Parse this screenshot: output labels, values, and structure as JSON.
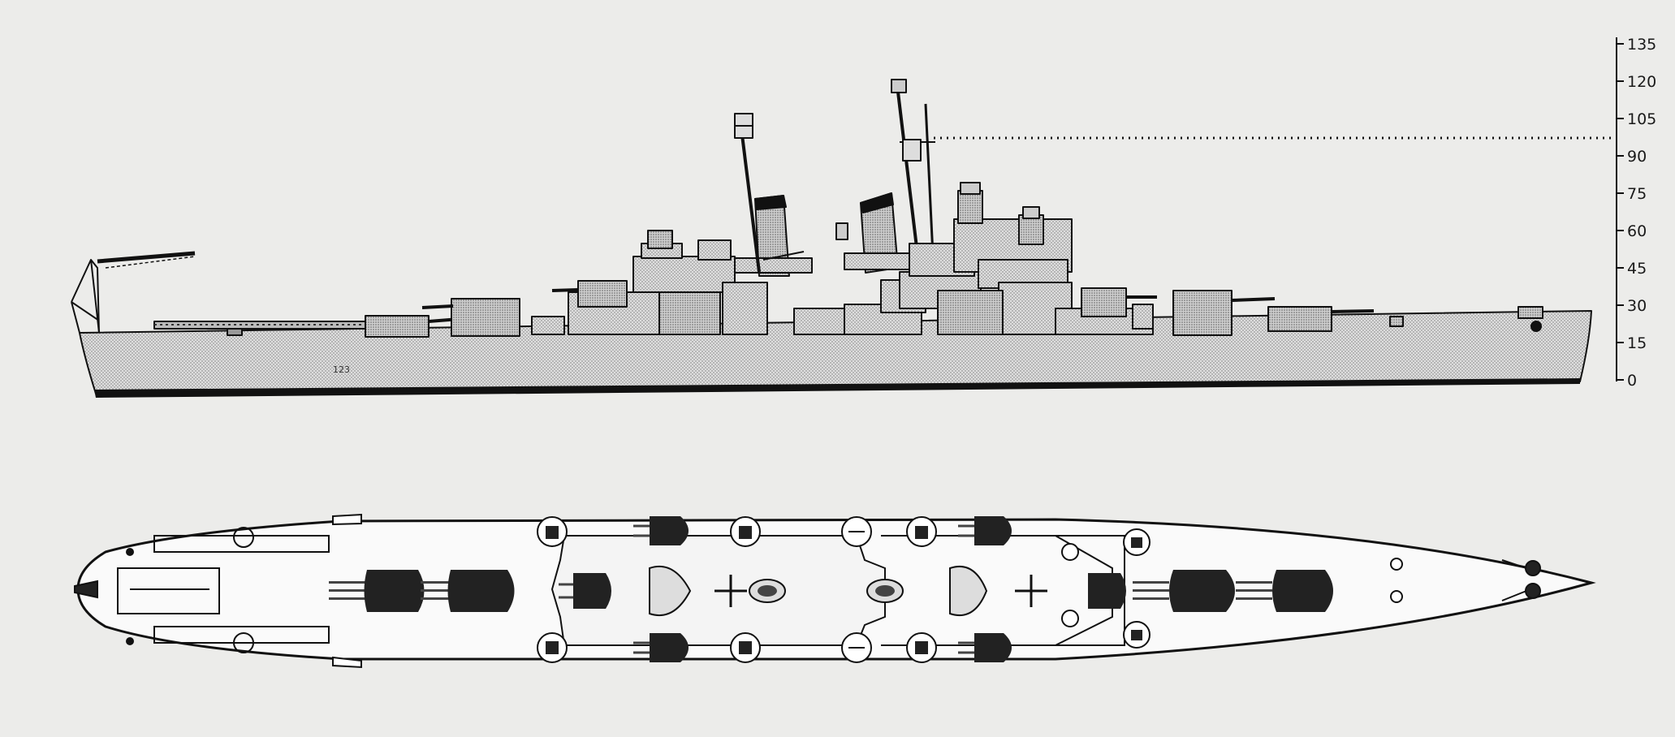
{
  "height_scale": {
    "ticks": [
      "135",
      "120",
      "105",
      "90",
      "75",
      "60",
      "45",
      "30",
      "15",
      "0"
    ]
  },
  "profile": {
    "hull_number": "123",
    "colors": {
      "paper": "#ececea",
      "ink": "#111111",
      "stipple": "#d4d4d4",
      "dark_fill": "#222222"
    }
  },
  "plan": {
    "turret_count": 6,
    "dual_mount_count": 12
  }
}
